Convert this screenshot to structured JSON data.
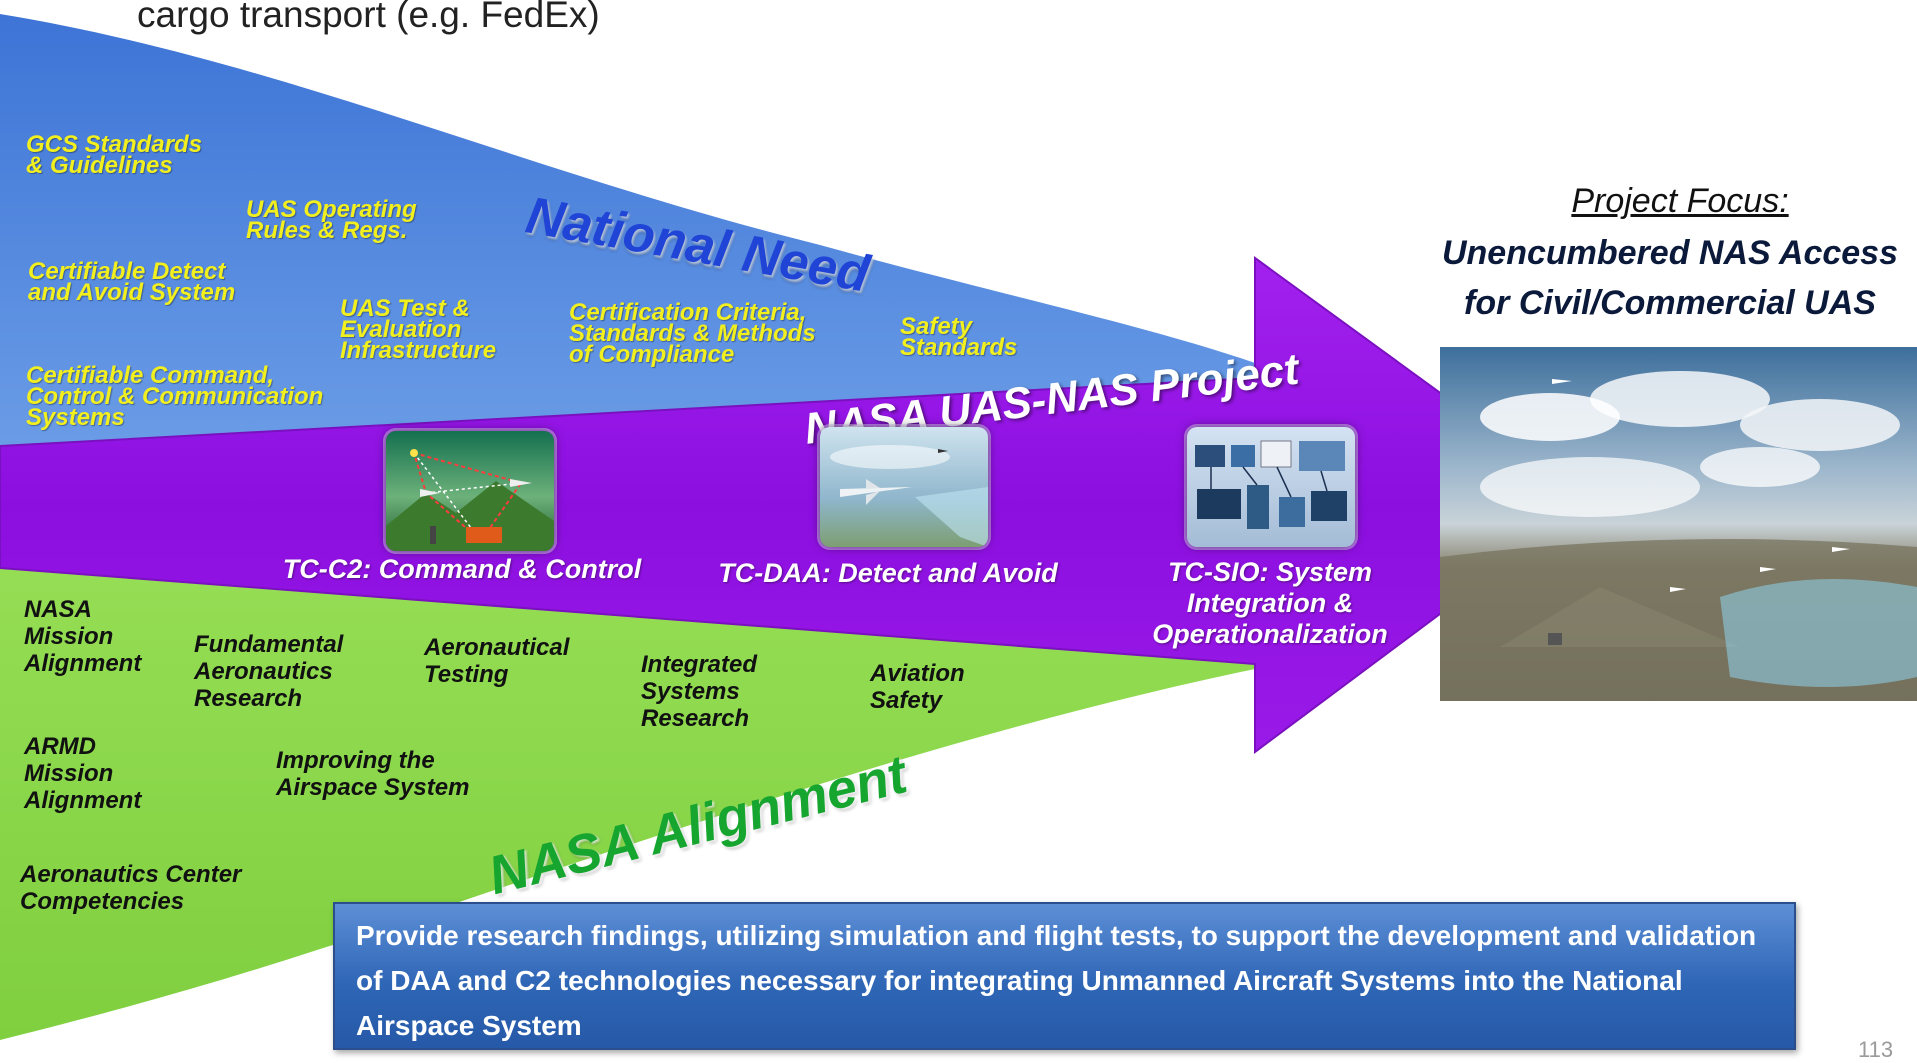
{
  "top_caption": "cargo transport (e.g. FedEx)",
  "national_need": {
    "label": "National Need",
    "items": [
      "GCS Standards\n& Guidelines",
      "UAS Operating\nRules & Regs.",
      "Certifiable Detect\nand Avoid System",
      "UAS Test &\nEvaluation\nInfrastructure",
      "Certification Criteria,\nStandards & Methods\nof Compliance",
      "Safety\nStandards",
      "Certifiable Command,\nControl & Communication\nSystems"
    ]
  },
  "project": {
    "label": "NASA UAS-NAS Project",
    "technical_challenges": [
      {
        "label": "TC-C2: Command & Control",
        "image": "command-control-network-illustration"
      },
      {
        "label": "TC-DAA: Detect and Avoid",
        "image": "uav-detect-avoid-illustration"
      },
      {
        "label": "TC-SIO: System\nIntegration &\nOperationalization",
        "image": "system-integration-screens-illustration"
      }
    ]
  },
  "nasa_alignment": {
    "label": "NASA Alignment",
    "items": [
      "NASA\nMission\nAlignment",
      "Fundamental\nAeronautics\nResearch",
      "Aeronautical\nTesting",
      "Integrated\nSystems\nResearch",
      "Aviation\nSafety",
      "ARMD\nMission\nAlignment",
      "Improving the\nAirspace System",
      "Aeronautics Center\nCompetencies"
    ]
  },
  "project_focus": {
    "heading": "Project Focus:",
    "title": "Unencumbered NAS Access\nfor Civil/Commercial UAS",
    "image": "nas-airspace-landscape-illustration"
  },
  "mission_statement": "Provide research findings, utilizing simulation and flight tests, to support the development and validation of DAA and C2 technologies necessary for integrating Unmanned Aircraft Systems into the National Airspace System",
  "page_number": "113",
  "colors": {
    "national_need_band": "#4f86df",
    "project_arrow": "#9a16e6",
    "alignment_band": "#8fd850",
    "need_text": "#f2ef1e",
    "national_need_label": "#1f44d6",
    "alignment_label": "#16a52e",
    "mission_box": "#2f66b6"
  }
}
